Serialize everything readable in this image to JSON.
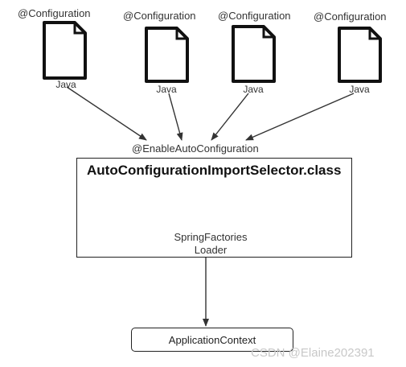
{
  "documents": [
    {
      "annotation": "@Configuration",
      "label": "Java"
    },
    {
      "annotation": "@Configuration",
      "label": "Java"
    },
    {
      "annotation": "@Configuration",
      "label": "Java"
    },
    {
      "annotation": "@Configuration",
      "label": "Java"
    }
  ],
  "enable_annotation": "@EnableAutoConfiguration",
  "selector_title": "AutoConfigurationImportSelector.class",
  "loader": {
    "line1": "SpringFactories",
    "line2": "Loader",
    "icon": "gear-refresh-icon",
    "color": "#d6336c"
  },
  "application_context": "ApplicationContext",
  "watermark": "CSDN @Elaine202391"
}
